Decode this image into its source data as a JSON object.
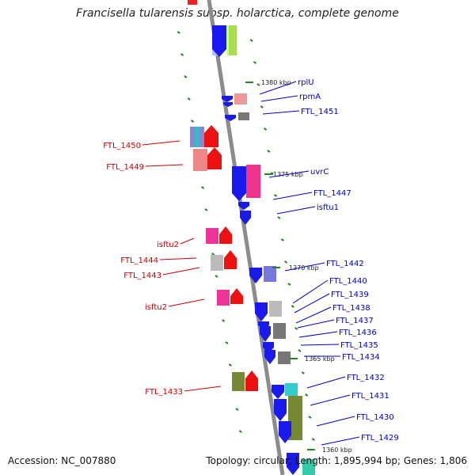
{
  "title": "Francisella tularensis subsp. holarctica, complete genome",
  "footer": {
    "accession": "Accession: NC_007880",
    "topology": "Topology: circular; Length: 1,895,994 bp; Genes: 1,806"
  },
  "colors": {
    "backbone": "#8c8c8c",
    "label_plus": "#0000cc",
    "label_minus": "#cc0000",
    "tick": "#228822",
    "plus_strand_arrow": "#1a1aee",
    "minus_strand_arrow": "#ee1111"
  },
  "kbp_labels": [
    "1380 kbp",
    "1375 kbp",
    "1370 kbp",
    "1365 kbp",
    "1360 kbp"
  ],
  "gene_labels_plus": [
    "rplU",
    "rpmA",
    "FTL_1451",
    "uvrC",
    "FTL_1447",
    "isftu1",
    "FTL_1442",
    "FTL_1440",
    "FTL_1439",
    "FTL_1438",
    "FTL_1437",
    "FTL_1436",
    "FTL_1435",
    "FTL_1434",
    "FTL_1432",
    "FTL_1431",
    "FTL_1430",
    "FTL_1429"
  ],
  "gene_labels_minus": [
    "FTL_1450",
    "FTL_1449",
    "isftu2",
    "FTL_1444",
    "FTL_1443",
    "isftu2",
    "FTL_1433"
  ]
}
